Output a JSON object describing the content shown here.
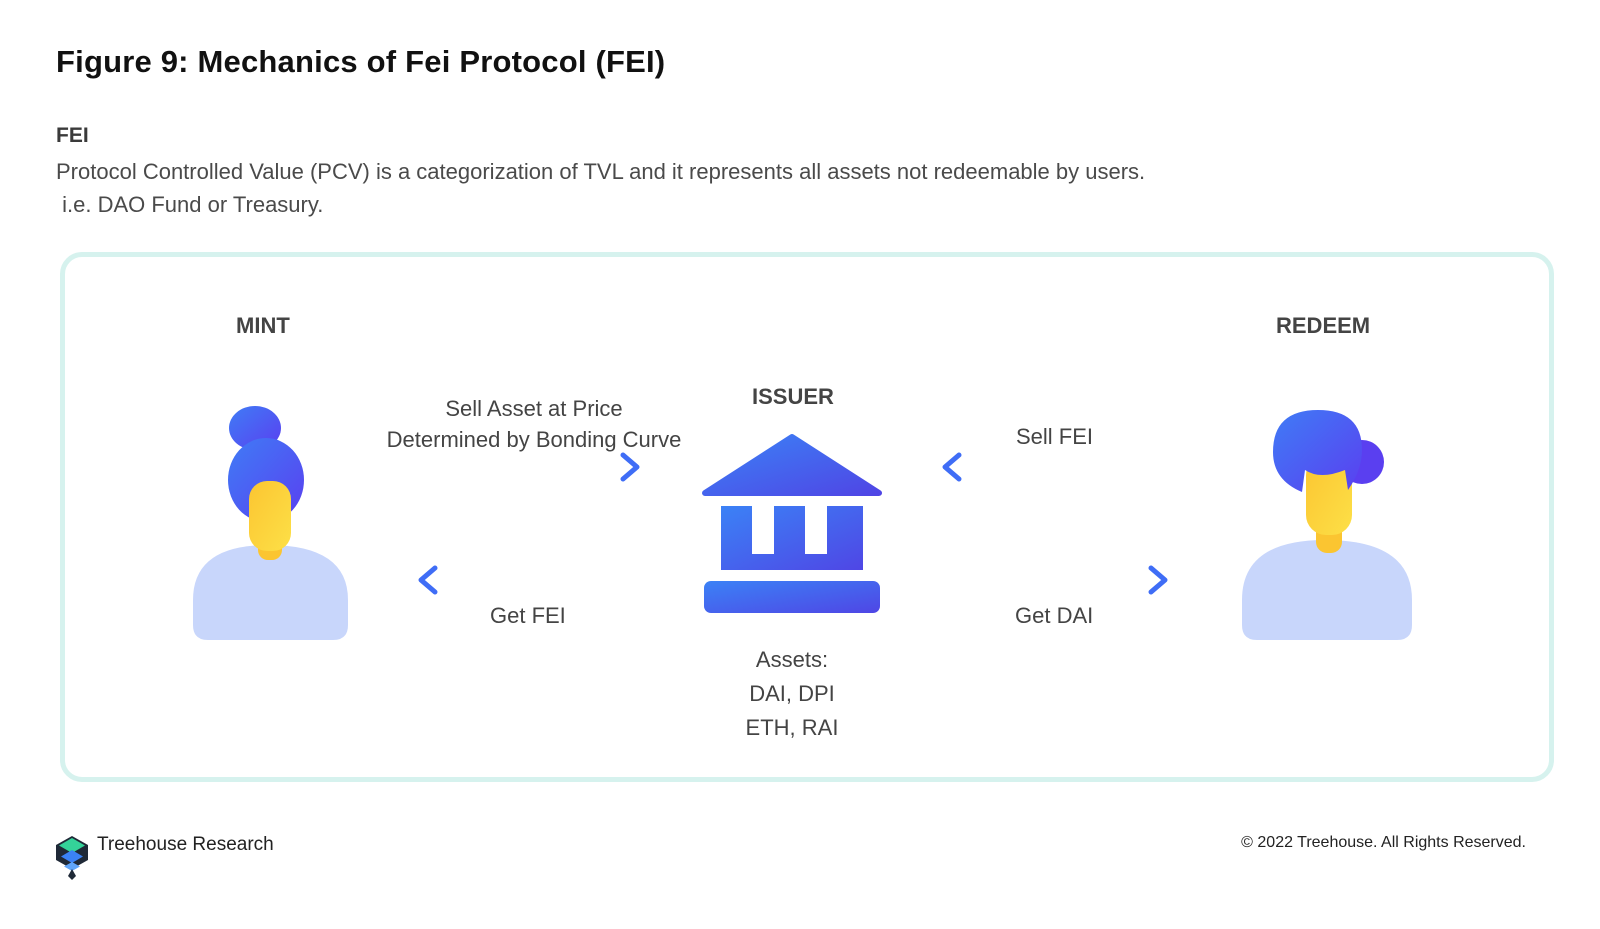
{
  "title": "Figure 9: Mechanics of Fei Protocol (FEI)",
  "subheading": "FEI",
  "description_line1": "Protocol Controlled Value (PCV) is a categorization of TVL and it represents all assets not redeemable by users.",
  "description_line2": " i.e. DAO Fund or Treasury.",
  "diagram": {
    "mint_label": "MINT",
    "redeem_label": "REDEEM",
    "issuer_label": "ISSUER",
    "sell_asset_line1": "Sell Asset at Price",
    "sell_asset_line2": "Determined by Bonding Curve",
    "get_fei_label": "Get FEI",
    "sell_fei_label": "Sell FEI",
    "get_dai_label": "Get DAI",
    "assets_heading": "Assets:",
    "assets_line1": "DAI, DPI",
    "assets_line2": "ETH, RAI"
  },
  "footer": {
    "brand": "Treehouse Research",
    "copyright": "© 2022 Treehouse. All Rights Reserved."
  },
  "colors": {
    "frame_border": "#d6f2ee",
    "accent_blue": "#3f6df6",
    "accent_purple": "#5a3ff0",
    "skin_yellow": "#fbc531",
    "body_lavender": "#c8d6fb"
  }
}
